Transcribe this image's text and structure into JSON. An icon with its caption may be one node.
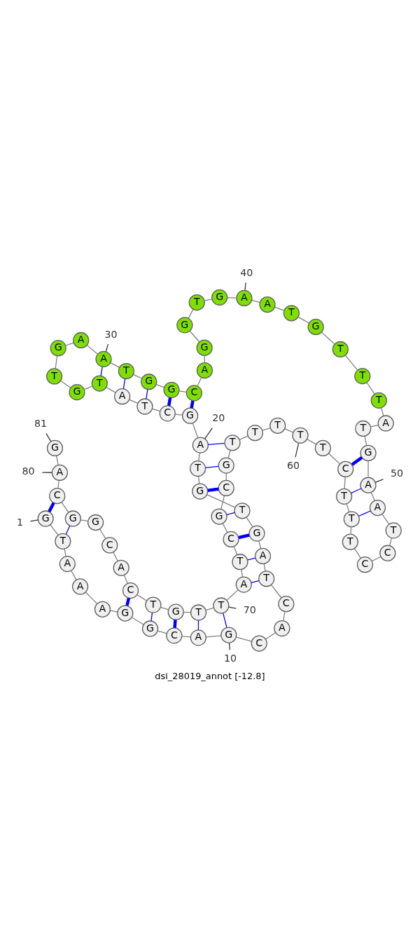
{
  "diagram": {
    "caption": "dsi_28019_annot [-12.8]",
    "nodes": [
      {
        "text": [
          "G"
        ]
      },
      {
        "text": [
          "T"
        ]
      },
      {
        "text": [
          "A"
        ]
      },
      {
        "text": [
          "A"
        ]
      },
      {
        "text": [
          "A"
        ]
      },
      {
        "text": [
          "G"
        ]
      },
      {
        "text": [
          "G"
        ]
      },
      {
        "text": [
          "C"
        ]
      },
      {
        "text": [
          "A"
        ]
      },
      {
        "text": [
          "G"
        ]
      },
      {
        "text": [
          "C"
        ]
      },
      {
        "text": [
          "A"
        ]
      },
      {
        "text": [
          "C"
        ]
      },
      {
        "text": [
          "T"
        ]
      },
      {
        "text": [
          "A"
        ]
      },
      {
        "text": [
          "G"
        ]
      },
      {
        "text": [
          "T"
        ]
      },
      {
        "text": [
          "G"
        ]
      },
      {
        "text": [
          "T"
        ]
      },
      {
        "text": [
          "A"
        ]
      },
      {
        "text": [
          "G"
        ]
      },
      {
        "text": [
          "C"
        ]
      },
      {
        "text": [
          "T"
        ]
      },
      {
        "text": [
          "A"
        ]
      },
      {
        "text": [
          "T"
        ]
      },
      {
        "text": [
          "G"
        ]
      },
      {
        "text": [
          "T"
        ]
      },
      {
        "text": [
          "G"
        ]
      },
      {
        "text": [
          "A"
        ]
      },
      {
        "text": [
          "A"
        ]
      },
      {
        "text": [
          "T"
        ]
      },
      {
        "text": [
          "G"
        ]
      },
      {
        "text": [
          "G"
        ]
      },
      {
        "text": [
          "C"
        ]
      },
      {
        "text": [
          "A"
        ]
      },
      {
        "text": [
          "G"
        ]
      },
      {
        "text": [
          "G"
        ]
      },
      {
        "text": [
          "T"
        ]
      },
      {
        "text": [
          "G"
        ]
      },
      {
        "text": [
          "A"
        ]
      },
      {
        "text": [
          "A"
        ]
      },
      {
        "text": [
          "T"
        ]
      },
      {
        "text": [
          "G"
        ]
      },
      {
        "text": [
          "T"
        ]
      },
      {
        "text": [
          "T"
        ]
      },
      {
        "text": [
          "T"
        ]
      },
      {
        "text": [
          "A"
        ]
      },
      {
        "text": [
          "T"
        ]
      },
      {
        "text": [
          "G"
        ]
      },
      {
        "text": [
          "A"
        ]
      },
      {
        "text": [
          "A"
        ]
      },
      {
        "text": [
          "T"
        ]
      },
      {
        "text": [
          "C"
        ]
      },
      {
        "text": [
          "C"
        ]
      },
      {
        "text": [
          "T"
        ]
      },
      {
        "text": [
          "T"
        ]
      },
      {
        "text": [
          "T"
        ]
      },
      {
        "text": [
          "C"
        ]
      },
      {
        "text": [
          "T"
        ]
      },
      {
        "text": [
          "T"
        ]
      },
      {
        "text": [
          "T"
        ]
      },
      {
        "text": [
          "T"
        ]
      },
      {
        "text": [
          "T"
        ]
      },
      {
        "text": [
          "G"
        ]
      },
      {
        "text": [
          "C"
        ]
      },
      {
        "text": [
          "G"
        ]
      },
      {
        "text": [
          "C"
        ]
      },
      {
        "text": [
          "T"
        ]
      },
      {
        "text": [
          "A"
        ]
      },
      {
        "text": [
          "T"
        ]
      },
      {
        "text": [
          "T"
        ]
      },
      {
        "text": [
          "G"
        ]
      },
      {
        "text": [
          "T"
        ]
      },
      {
        "text": [
          "C"
        ]
      },
      {
        "text": [
          "A"
        ]
      },
      {
        "text": [
          "C"
        ]
      },
      {
        "text": [
          "G"
        ]
      },
      {
        "text": [
          "G"
        ]
      },
      {
        "text": [
          "C"
        ]
      },
      {
        "text": [
          "A"
        ]
      },
      {
        "text": [
          "G"
        ]
      },
      {
        "text": [
          "1"
        ]
      },
      {
        "text": [
          "10"
        ]
      },
      {
        "text": [
          "20"
        ]
      },
      {
        "text": [
          "30"
        ]
      },
      {
        "text": [
          "40"
        ]
      },
      {
        "text": [
          "50"
        ]
      },
      {
        "text": [
          "60"
        ]
      },
      {
        "text": [
          "70"
        ]
      },
      {
        "text": [
          "80"
        ]
      },
      {
        "text": [
          "81"
        ]
      }
    ],
    "edges": [
      {
        "from": 0,
        "to": 1,
        "arrow": "none"
      },
      {
        "from": 1,
        "to": 2,
        "arrow": "none"
      },
      {
        "from": 2,
        "to": 3,
        "arrow": "none"
      },
      {
        "from": 3,
        "to": 4,
        "arrow": "none"
      },
      {
        "from": 4,
        "to": 5,
        "arrow": "none"
      },
      {
        "from": 5,
        "to": 6,
        "arrow": "none"
      },
      {
        "from": 6,
        "to": 7,
        "arrow": "none"
      },
      {
        "from": 7,
        "to": 8,
        "arrow": "none"
      },
      {
        "from": 8,
        "to": 9,
        "arrow": "none"
      },
      {
        "from": 9,
        "to": 10,
        "arrow": "none"
      },
      {
        "from": 10,
        "to": 11,
        "arrow": "none"
      },
      {
        "from": 11,
        "to": 12,
        "arrow": "none"
      },
      {
        "from": 12,
        "to": 13,
        "arrow": "none"
      },
      {
        "from": 13,
        "to": 14,
        "arrow": "none"
      },
      {
        "from": 14,
        "to": 15,
        "arrow": "none"
      },
      {
        "from": 15,
        "to": 16,
        "arrow": "none"
      },
      {
        "from": 16,
        "to": 17,
        "arrow": "none"
      },
      {
        "from": 17,
        "to": 18,
        "arrow": "none"
      },
      {
        "from": 18,
        "to": 19,
        "arrow": "none"
      },
      {
        "from": 19,
        "to": 20,
        "arrow": "none"
      },
      {
        "from": 20,
        "to": 21,
        "arrow": "none"
      },
      {
        "from": 21,
        "to": 22,
        "arrow": "none"
      },
      {
        "from": 22,
        "to": 23,
        "arrow": "none"
      },
      {
        "from": 23,
        "to": 24,
        "arrow": "none"
      },
      {
        "from": 24,
        "to": 25,
        "arrow": "none"
      },
      {
        "from": 25,
        "to": 26,
        "arrow": "none"
      },
      {
        "from": 26,
        "to": 27,
        "arrow": "none"
      },
      {
        "from": 27,
        "to": 28,
        "arrow": "none"
      },
      {
        "from": 28,
        "to": 29,
        "arrow": "none"
      },
      {
        "from": 29,
        "to": 30,
        "arrow": "none"
      },
      {
        "from": 30,
        "to": 31,
        "arrow": "none"
      },
      {
        "from": 31,
        "to": 32,
        "arrow": "none"
      },
      {
        "from": 32,
        "to": 33,
        "arrow": "none"
      },
      {
        "from": 33,
        "to": 34,
        "arrow": "none"
      },
      {
        "from": 34,
        "to": 35,
        "arrow": "none"
      },
      {
        "from": 35,
        "to": 36,
        "arrow": "none"
      },
      {
        "from": 36,
        "to": 37,
        "arrow": "none"
      },
      {
        "from": 37,
        "to": 38,
        "arrow": "none"
      },
      {
        "from": 38,
        "to": 39,
        "arrow": "none"
      },
      {
        "from": 39,
        "to": 40,
        "arrow": "none"
      },
      {
        "from": 40,
        "to": 41,
        "arrow": "none"
      },
      {
        "from": 41,
        "to": 42,
        "arrow": "none"
      },
      {
        "from": 42,
        "to": 43,
        "arrow": "none"
      },
      {
        "from": 43,
        "to": 44,
        "arrow": "none"
      },
      {
        "from": 44,
        "to": 45,
        "arrow": "none"
      },
      {
        "from": 45,
        "to": 46,
        "arrow": "none"
      },
      {
        "from": 46,
        "to": 47,
        "arrow": "none"
      },
      {
        "from": 47,
        "to": 48,
        "arrow": "none"
      },
      {
        "from": 48,
        "to": 49,
        "arrow": "none"
      },
      {
        "from": 49,
        "to": 50,
        "arrow": "none"
      },
      {
        "from": 50,
        "to": 51,
        "arrow": "none"
      },
      {
        "from": 51,
        "to": 52,
        "arrow": "none"
      },
      {
        "from": 52,
        "to": 53,
        "arrow": "none"
      },
      {
        "from": 53,
        "to": 54,
        "arrow": "none"
      },
      {
        "from": 54,
        "to": 55,
        "arrow": "none"
      },
      {
        "from": 55,
        "to": 56,
        "arrow": "none"
      },
      {
        "from": 56,
        "to": 57,
        "arrow": "none"
      },
      {
        "from": 57,
        "to": 58,
        "arrow": "none"
      },
      {
        "from": 58,
        "to": 59,
        "arrow": "none"
      },
      {
        "from": 59,
        "to": 60,
        "arrow": "none"
      },
      {
        "from": 60,
        "to": 61,
        "arrow": "none"
      },
      {
        "from": 61,
        "to": 62,
        "arrow": "none"
      },
      {
        "from": 62,
        "to": 63,
        "arrow": "none"
      },
      {
        "from": 63,
        "to": 64,
        "arrow": "none"
      },
      {
        "from": 64,
        "to": 65,
        "arrow": "none"
      },
      {
        "from": 65,
        "to": 66,
        "arrow": "none"
      },
      {
        "from": 66,
        "to": 67,
        "arrow": "none"
      },
      {
        "from": 67,
        "to": 68,
        "arrow": "none"
      },
      {
        "from": 68,
        "to": 69,
        "arrow": "none"
      },
      {
        "from": 69,
        "to": 70,
        "arrow": "none"
      },
      {
        "from": 70,
        "to": 71,
        "arrow": "none"
      },
      {
        "from": 71,
        "to": 72,
        "arrow": "none"
      },
      {
        "from": 72,
        "to": 73,
        "arrow": "none"
      },
      {
        "from": 73,
        "to": 74,
        "arrow": "none"
      },
      {
        "from": 74,
        "to": 75,
        "arrow": "none"
      },
      {
        "from": 75,
        "to": 76,
        "arrow": "none"
      },
      {
        "from": 76,
        "to": 77,
        "arrow": "none"
      },
      {
        "from": 77,
        "to": 78,
        "arrow": "none"
      },
      {
        "from": 78,
        "to": 79,
        "arrow": "none"
      },
      {
        "from": 79,
        "to": 80,
        "arrow": "none"
      },
      {
        "from": 0,
        "to": 78,
        "arrow": "none",
        "style": "thick",
        "color": "#0000ff"
      },
      {
        "from": 1,
        "to": 77,
        "arrow": "none",
        "color": "#0000ff"
      },
      {
        "from": 5,
        "to": 73,
        "arrow": "none",
        "style": "thick",
        "color": "#0000ff"
      },
      {
        "from": 6,
        "to": 72,
        "arrow": "none",
        "color": "#0000ff"
      },
      {
        "from": 7,
        "to": 71,
        "arrow": "none",
        "style": "thick",
        "color": "#0000ff"
      },
      {
        "from": 8,
        "to": 70,
        "arrow": "none",
        "color": "#0000ff"
      },
      {
        "from": 9,
        "to": 69,
        "arrow": "none",
        "color": "#0000ff"
      },
      {
        "from": 13,
        "to": 68,
        "arrow": "none",
        "color": "#0000ff"
      },
      {
        "from": 14,
        "to": 67,
        "arrow": "none",
        "color": "#0000ff"
      },
      {
        "from": 15,
        "to": 66,
        "arrow": "none",
        "style": "thick",
        "color": "#0000ff"
      },
      {
        "from": 16,
        "to": 65,
        "arrow": "none",
        "color": "#0000ff"
      },
      {
        "from": 17,
        "to": 64,
        "arrow": "none",
        "style": "thick",
        "color": "#0000ff"
      },
      {
        "from": 18,
        "to": 63,
        "arrow": "none",
        "color": "#0000ff"
      },
      {
        "from": 19,
        "to": 62,
        "arrow": "none",
        "color": "#0000ff"
      },
      {
        "from": 20,
        "to": 33,
        "arrow": "none",
        "style": "thick",
        "color": "#0000ff"
      },
      {
        "from": 21,
        "to": 32,
        "arrow": "none",
        "style": "thick",
        "color": "#0000ff"
      },
      {
        "from": 22,
        "to": 31,
        "arrow": "none",
        "color": "#0000ff"
      },
      {
        "from": 23,
        "to": 30,
        "arrow": "none",
        "color": "#0000ff"
      },
      {
        "from": 24,
        "to": 29,
        "arrow": "none",
        "color": "#0000ff"
      },
      {
        "from": 48,
        "to": 57,
        "arrow": "none",
        "style": "thick",
        "color": "#0000ff"
      },
      {
        "from": 49,
        "to": 56,
        "arrow": "none",
        "color": "#0000ff"
      },
      {
        "from": 50,
        "to": 55,
        "arrow": "none",
        "color": "#0000ff"
      },
      {
        "from": 81,
        "to": 0,
        "arrow": "none",
        "color": "#333333"
      },
      {
        "from": 82,
        "to": 9,
        "arrow": "none",
        "color": "#333333"
      },
      {
        "from": 83,
        "to": 19,
        "arrow": "none",
        "color": "#333333"
      },
      {
        "from": 84,
        "to": 29,
        "arrow": "none",
        "color": "#333333"
      },
      {
        "from": 85,
        "to": 39,
        "arrow": "none",
        "color": "#333333"
      },
      {
        "from": 86,
        "to": 49,
        "arrow": "none",
        "color": "#333333"
      },
      {
        "from": 87,
        "to": 59,
        "arrow": "none",
        "color": "#333333"
      },
      {
        "from": 88,
        "to": 69,
        "arrow": "none",
        "color": "#333333"
      },
      {
        "from": 89,
        "to": 79,
        "arrow": "none",
        "color": "#333333"
      },
      {
        "from": 90,
        "to": 80,
        "arrow": "none",
        "color": "#333333"
      }
    ]
  }
}
